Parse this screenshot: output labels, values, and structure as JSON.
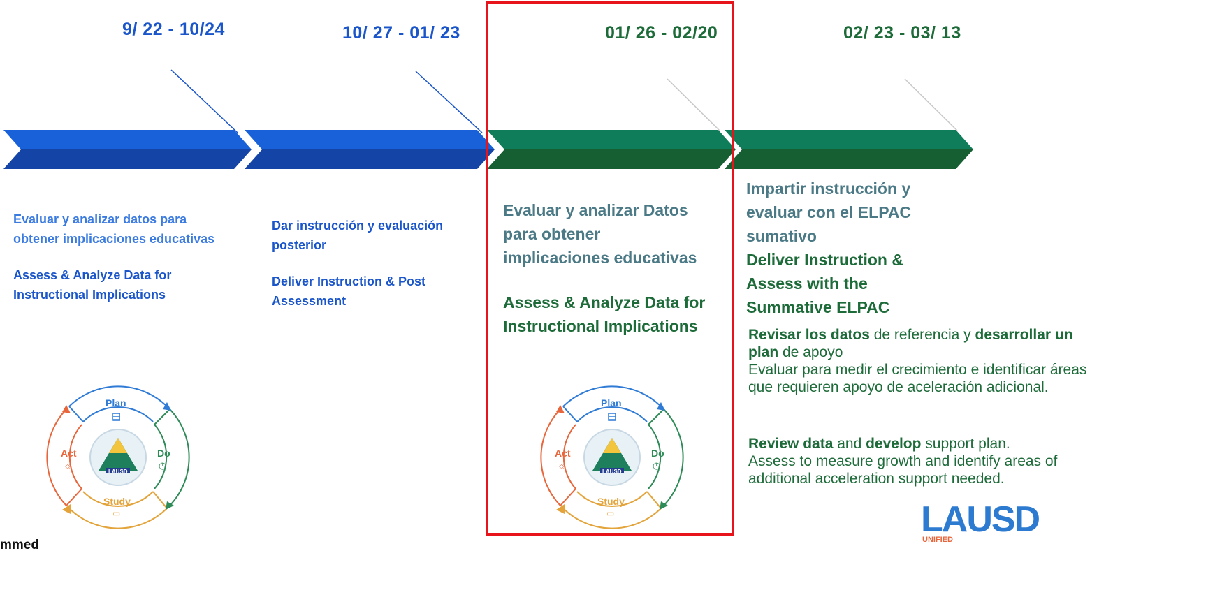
{
  "timeline": {
    "phases": [
      {
        "date": "9/ 22 - 10/24"
      },
      {
        "date": "10/ 27 - 01/ 23"
      },
      {
        "date": "01/ 26 - 02/20"
      },
      {
        "date": "02/ 23 - 03/ 13"
      }
    ],
    "colors": {
      "blue": "#1a55c9",
      "green": "#1e6b3a",
      "highlight": "#e8141b"
    }
  },
  "phase1": {
    "es": "Evaluar y analizar datos para obtener implicaciones educativas",
    "en": "Assess & Analyze Data for Instructional Implications"
  },
  "phase2": {
    "es": "Dar instrucción y evaluación posterior",
    "en": "Deliver Instruction & Post Assessment"
  },
  "phase3": {
    "es": "Evaluar y analizar Datos para obtener implicaciones educativas",
    "en": "Assess & Analyze Data for Instructional Implications"
  },
  "phase4": {
    "es": "Impartir instrucción y evaluar con el ELPAC sumativo",
    "en": "Deliver Instruction & Assess with the Summative ELPAC",
    "es_body": {
      "b1": "Revisar los datos",
      "t1": " de referencia y ",
      "b2": "desarrollar un plan",
      "t2": " de apoyo",
      "t3": "Evaluar para medir el crecimiento e identificar áreas que requieren apoyo de aceleración adicional."
    },
    "en_body": {
      "b1": "Review data",
      "t1": " and ",
      "b2": "develop",
      "t2": " support plan.",
      "t3": "Assess to measure growth and identify areas of additional acceleration support needed."
    }
  },
  "cycle": {
    "plan": "Plan",
    "do": "Do",
    "study": "Study",
    "act": "Act",
    "center": "LAUSD",
    "colors": {
      "plan": "#2f7bd6",
      "do": "#2e8b57",
      "study": "#e3a43b",
      "act": "#e8663b"
    }
  },
  "footer_fragment": "mmed",
  "logo": {
    "text": "LAUSD",
    "sub": "UNIFIED"
  }
}
